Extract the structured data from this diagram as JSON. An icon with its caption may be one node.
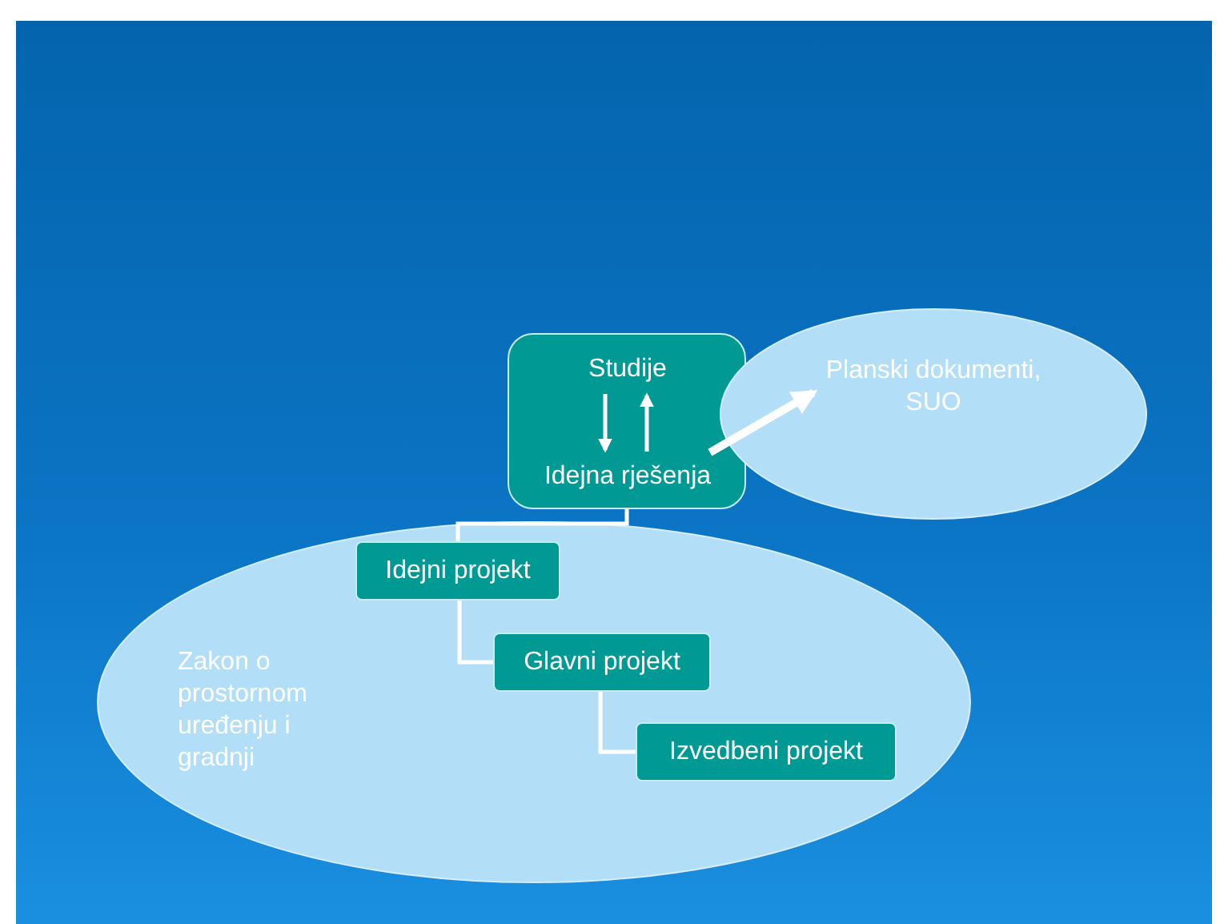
{
  "diagram": {
    "nodes": [
      {
        "text": [],
        "shape": "box"
      },
      {
        "text": [
          "Studije"
        ],
        "in": 0
      },
      {
        "text": [
          "Idejna rješenja"
        ],
        "in": 0
      },
      {
        "text": [
          "Planski dokumenti, SUO"
        ]
      },
      {
        "text": [
          "Zakon o prostornom uređenju i gradnji"
        ]
      },
      {
        "text": [
          "Idejni projekt"
        ],
        "in": 4
      },
      {
        "text": [
          "Glavni projekt"
        ],
        "in": 4
      },
      {
        "text": [
          "Izvedbeni projekt"
        ],
        "in": 4
      }
    ],
    "edges": [
      {
        "from": 1,
        "to": 2,
        "arrow": "to"
      },
      {
        "from": 2,
        "to": 1,
        "arrow": "to"
      },
      {
        "from": 2,
        "to": 3,
        "arrow": "to",
        "style": "thick"
      },
      {
        "from": 0,
        "to": 5,
        "arrow": "none"
      },
      {
        "from": 5,
        "to": 6,
        "arrow": "none"
      },
      {
        "from": 6,
        "to": 7,
        "arrow": "none"
      }
    ]
  }
}
